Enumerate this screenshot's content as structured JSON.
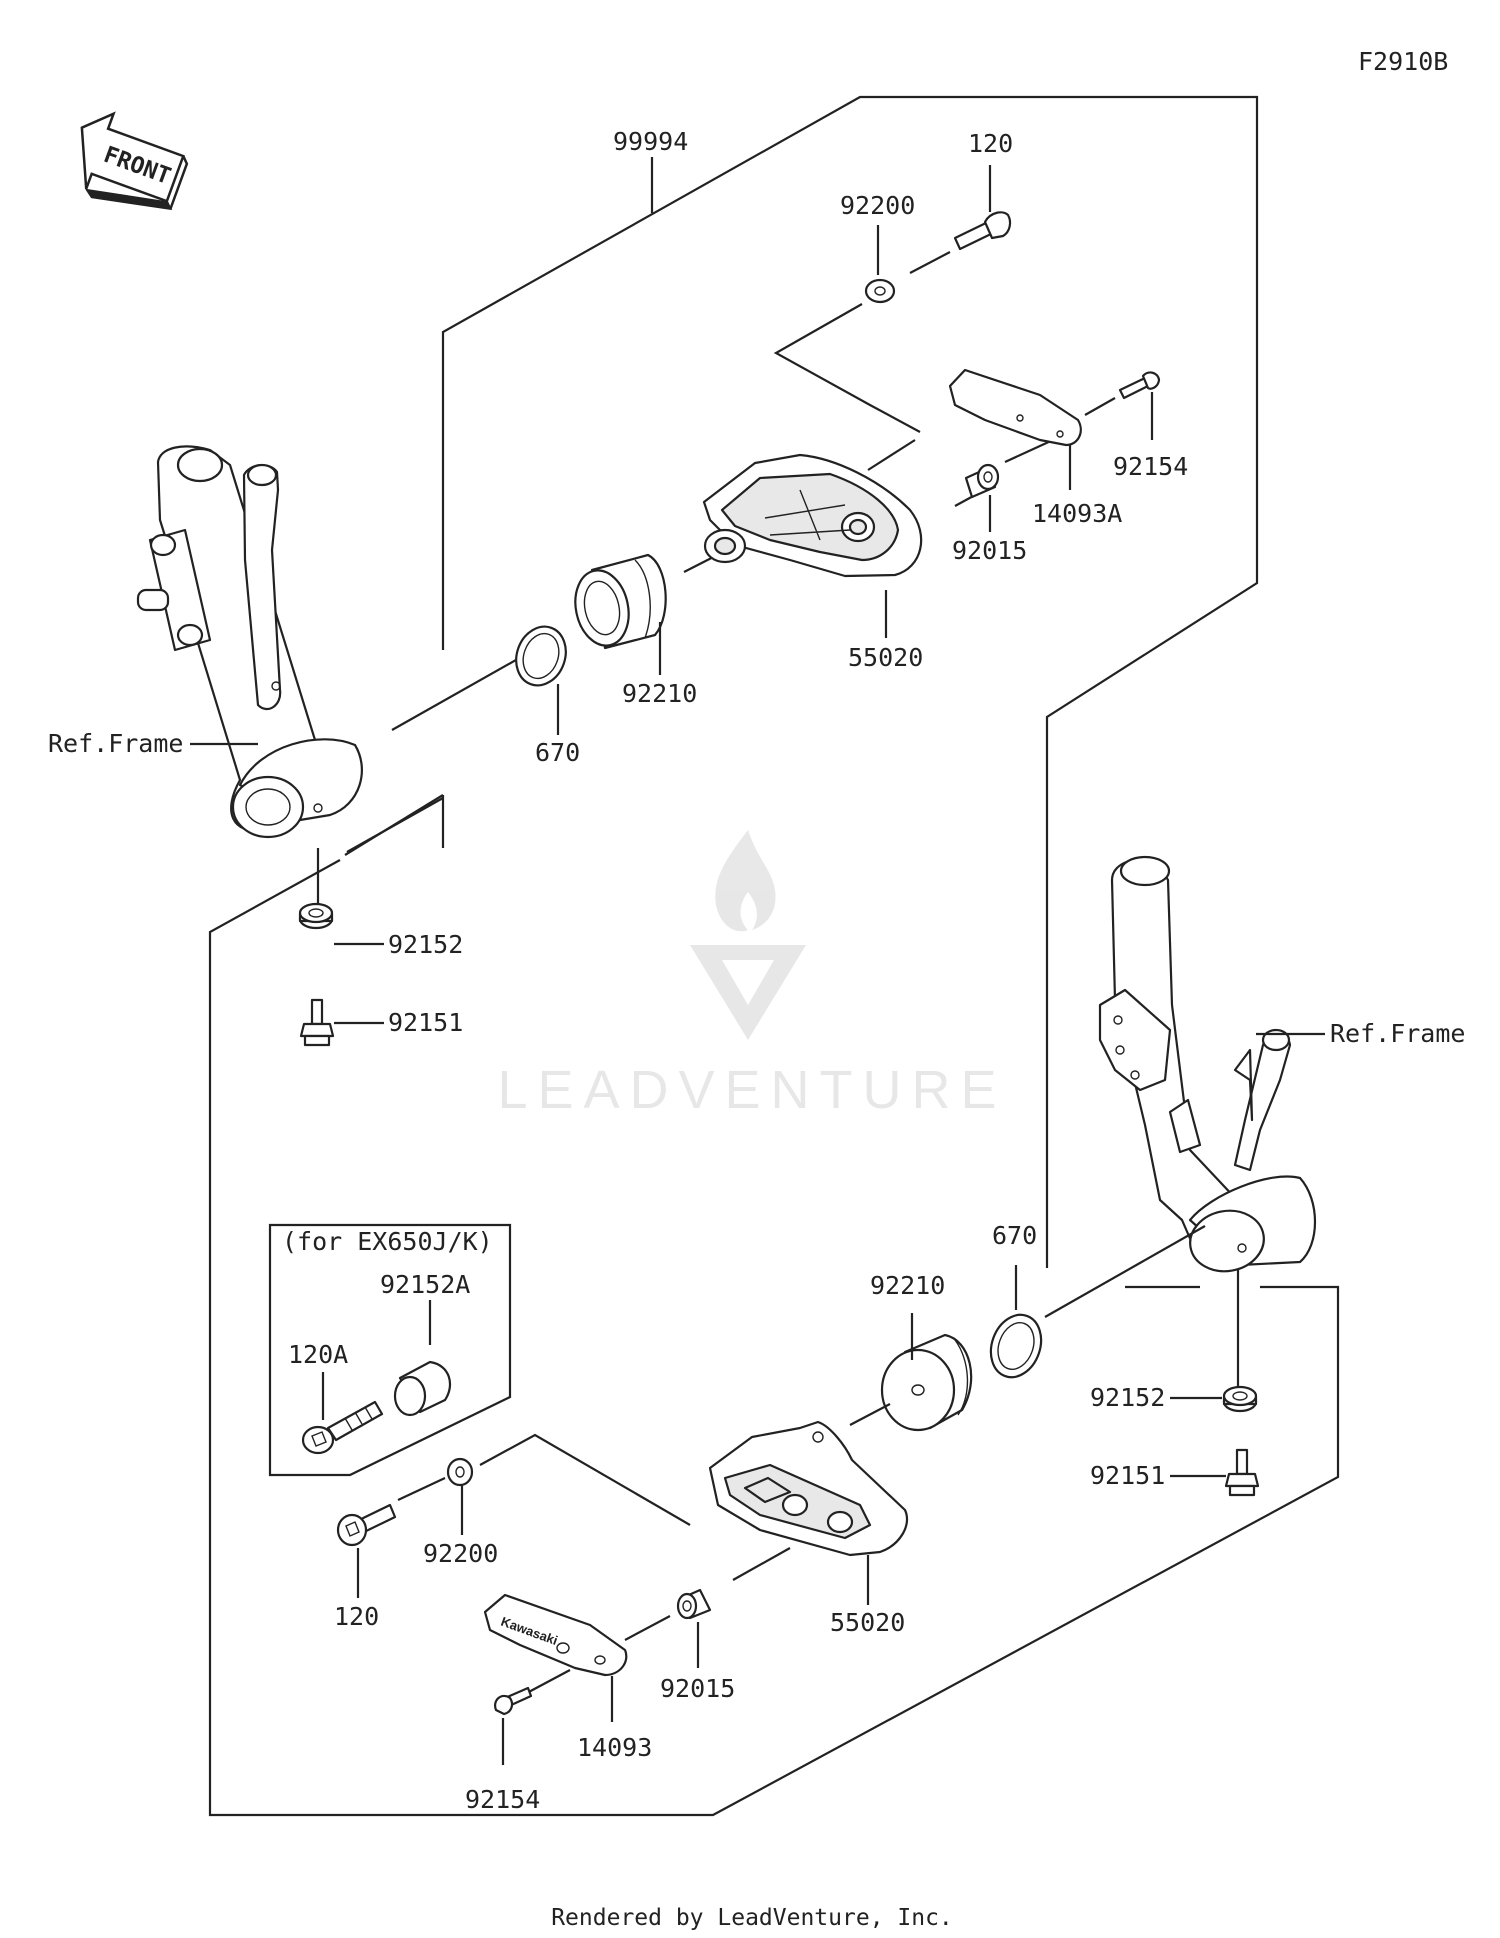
{
  "diagram_id": "F2910B",
  "front_label": "FRONT",
  "watermark": "LEADVENTURE",
  "footer": "Rendered by LeadVenture, Inc.",
  "inset_title": "(for EX650J/K)",
  "labels": {
    "kit": "99994",
    "bolt_top": "120",
    "washer_top": "92200",
    "screw_top": "92154",
    "plate_top": "14093A",
    "collar_top": "92015",
    "slider_top": "55020",
    "spacer_top": "92210",
    "ring_top": "670",
    "frame_left": "Ref.Frame",
    "washer_left": "92152",
    "bolt_left": "92151",
    "frame_right": "Ref.Frame",
    "ring_bottom": "670",
    "spacer_bottom": "92210",
    "washer_right": "92152",
    "bolt_right": "92151",
    "inset_spacer": "92152A",
    "inset_bolt": "120A",
    "washer_bottom": "92200",
    "bolt_bottom": "120",
    "slider_bottom": "55020",
    "collar_bottom": "92015",
    "plate_bottom": "14093",
    "screw_bottom": "92154"
  },
  "plate_brand": "Kawasaki"
}
